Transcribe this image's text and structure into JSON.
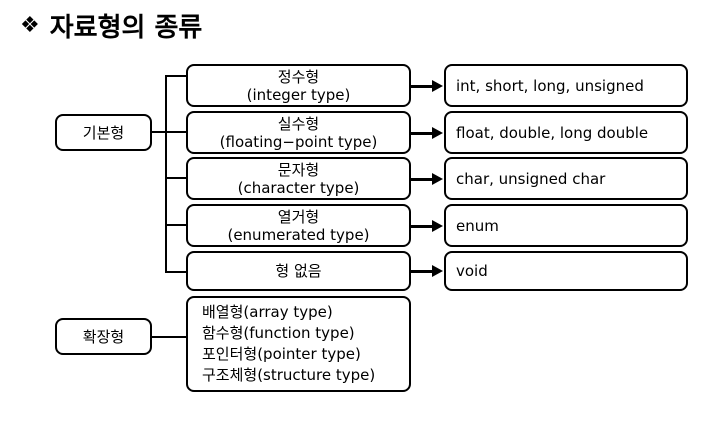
{
  "title": {
    "bullet": "❖",
    "text": "자료형의 종류"
  },
  "basic": {
    "label": "기본형",
    "types": [
      {
        "name": "정수형",
        "english": "(integer type)",
        "examples": "int, short, long, unsigned"
      },
      {
        "name": "실수형",
        "english": "(floating−point type)",
        "examples": "float, double, long double"
      },
      {
        "name": "문자형",
        "english": "(character type)",
        "examples": "char, unsigned char"
      },
      {
        "name": "열거형",
        "english": "(enumerated type)",
        "examples": "enum"
      },
      {
        "name": "형 없음",
        "english": "",
        "examples": "void"
      }
    ]
  },
  "extended": {
    "label": "확장형",
    "types": [
      "배열형(array type)",
      "함수형(function type)",
      "포인터형(pointer type)",
      "구조체형(structure type)"
    ]
  }
}
